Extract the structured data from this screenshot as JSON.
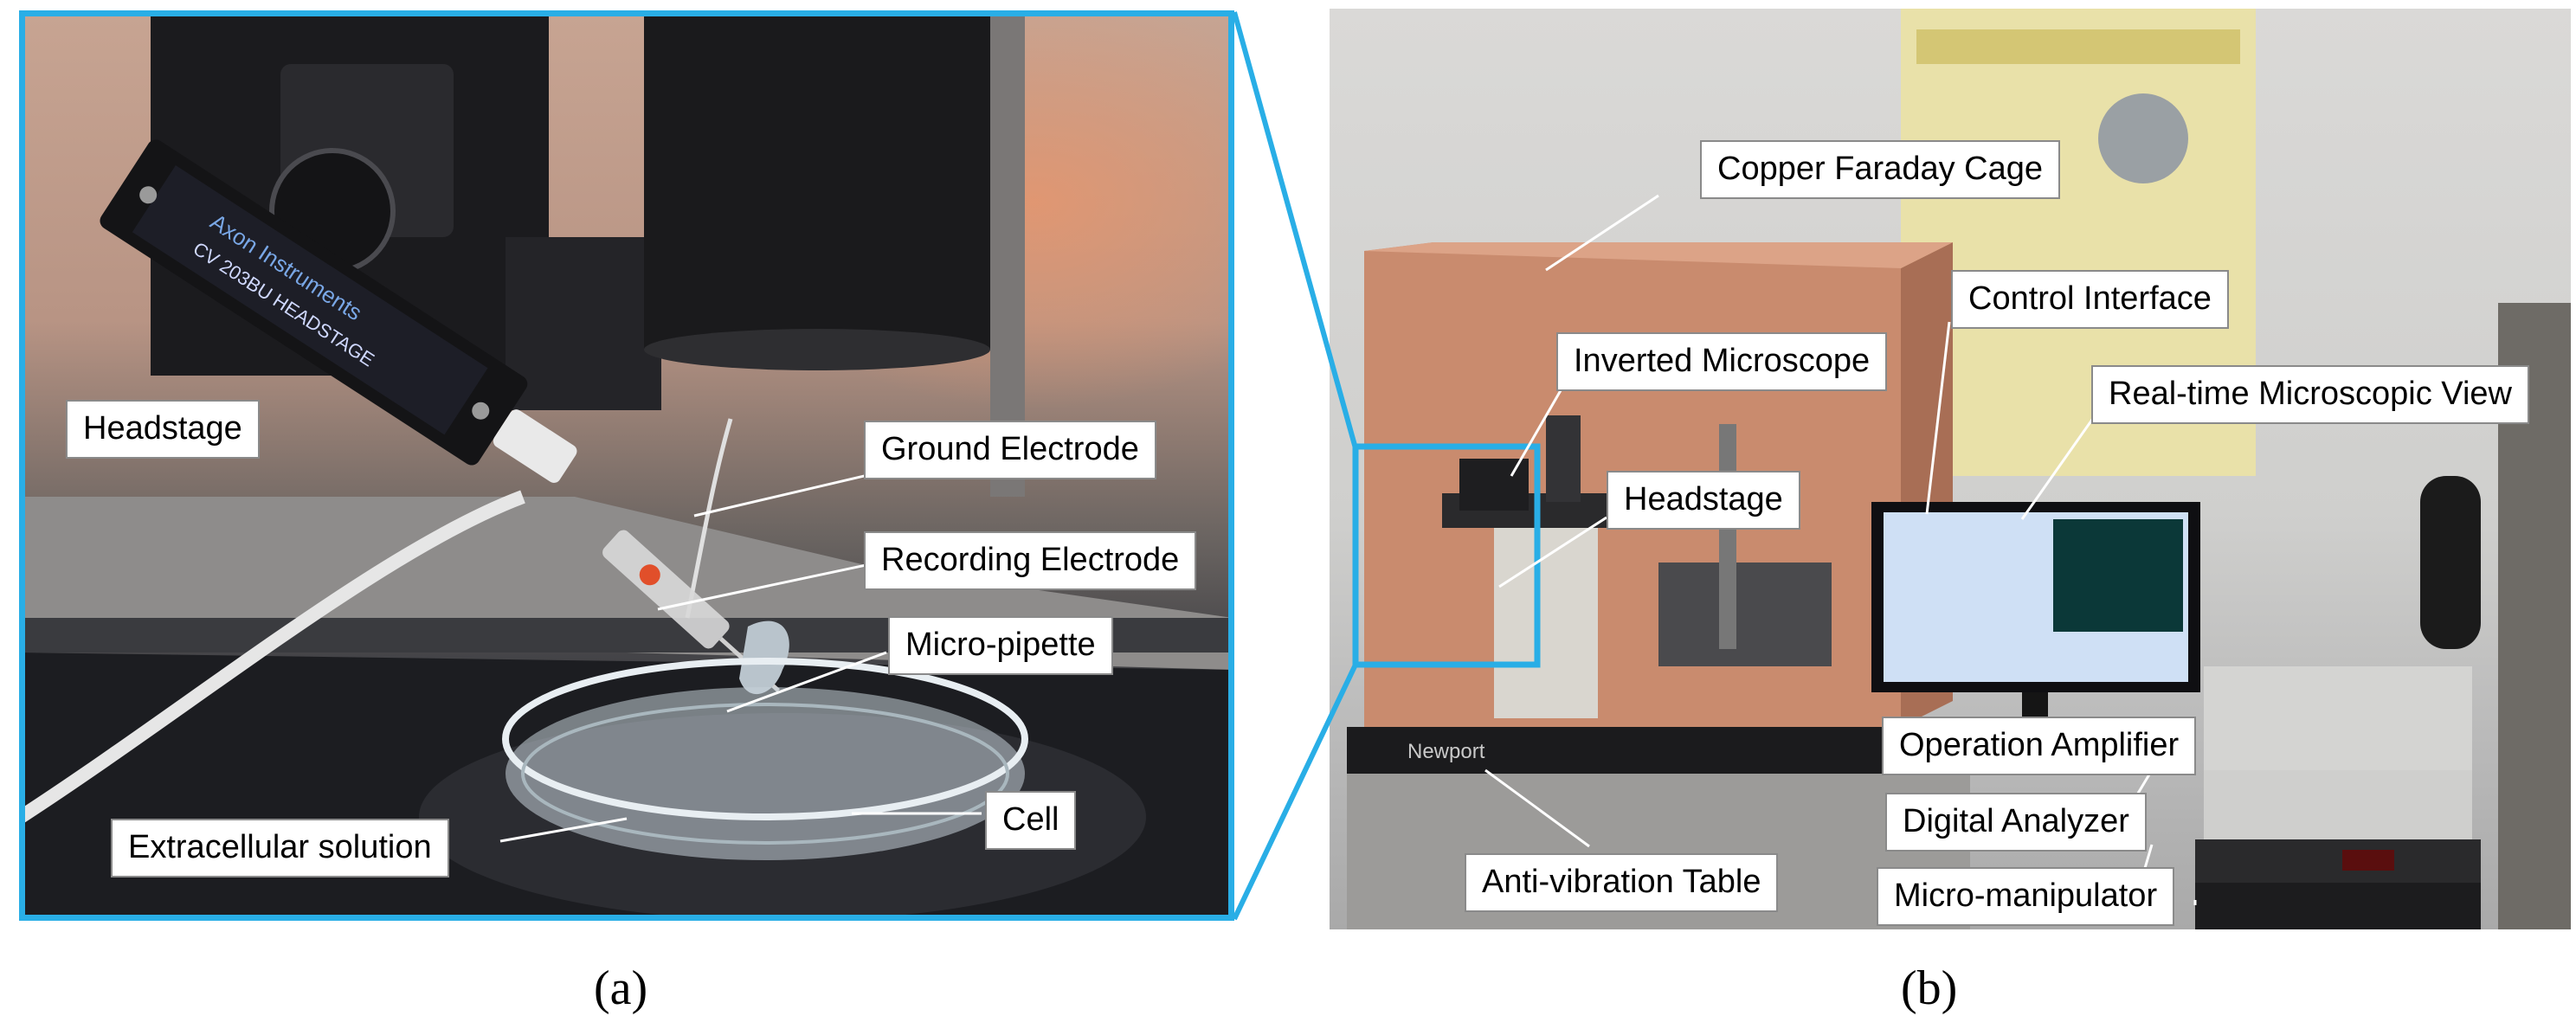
{
  "panel_a": {
    "device_text": {
      "brand": "Axon Instruments",
      "model": "CV 203BU HEADSTAGE"
    },
    "labels": {
      "headstage": "Headstage",
      "ground_electrode": "Ground Electrode",
      "recording_electrode": "Recording Electrode",
      "micro_pipette": "Micro-pipette",
      "cell": "Cell",
      "extracellular_solution": "Extracellular solution"
    },
    "caption": "(a)"
  },
  "panel_b": {
    "labels": {
      "copper_faraday_cage": "Copper Faraday Cage",
      "control_interface": "Control Interface",
      "inverted_microscope": "Inverted Microscope",
      "real_time_view": "Real-time Microscopic View",
      "headstage": "Headstage",
      "operation_amplifier": "Operation Amplifier",
      "digital_analyzer": "Digital Analyzer",
      "anti_vibration_table": "Anti-vibration Table",
      "micro_manipulator": "Micro-manipulator"
    },
    "table_brand": "Newport",
    "caption": "(b)"
  },
  "colors": {
    "frame_accent": "#29aee6",
    "copper": "#c98b6e",
    "label_border": "#8a8a8a"
  }
}
